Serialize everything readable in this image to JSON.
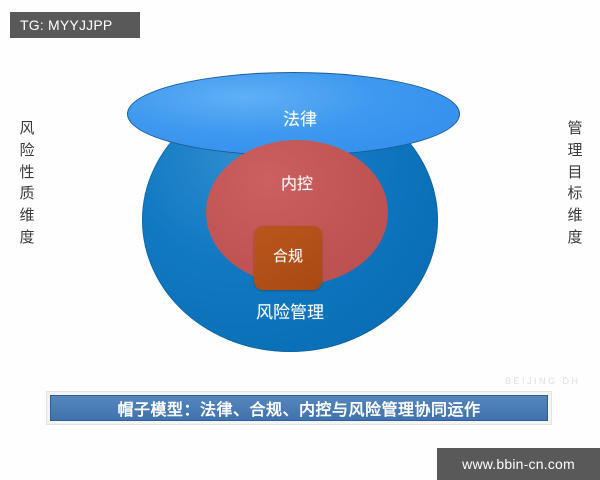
{
  "badge": {
    "text": "TG: MYYJJPP"
  },
  "axes": {
    "left_label": "风险性质维度",
    "left_chars": [
      "风",
      "险",
      "性",
      "质",
      "维",
      "度"
    ],
    "right_label": "管理目标维度",
    "right_chars": [
      "管",
      "理",
      "目",
      "标",
      "维",
      "度"
    ]
  },
  "diagram": {
    "title": "帽子模型",
    "layers": [
      {
        "id": "law",
        "label": "法律",
        "shape": "ellipse",
        "color": "#3e98ef",
        "border_color": "#1d5d96",
        "text_color": "#ffffff"
      },
      {
        "id": "risk-management",
        "label": "风险管理",
        "shape": "circle",
        "color": "#0c74c0",
        "text_color": "#ffffff"
      },
      {
        "id": "internal-control",
        "label": "内控",
        "shape": "ellipse",
        "color": "#c05050",
        "text_color": "#ffffff"
      },
      {
        "id": "compliance",
        "label": "合规",
        "shape": "rounded-square",
        "color": "#b5521a",
        "text_color": "#ffffff"
      }
    ]
  },
  "caption": {
    "text": "帽子模型：法律、合规、内控与风险管理协同运作",
    "background": "#4b7db6"
  },
  "watermarks": {
    "faint": "BEIJING DH",
    "site": "www.bbin-cn.com"
  }
}
